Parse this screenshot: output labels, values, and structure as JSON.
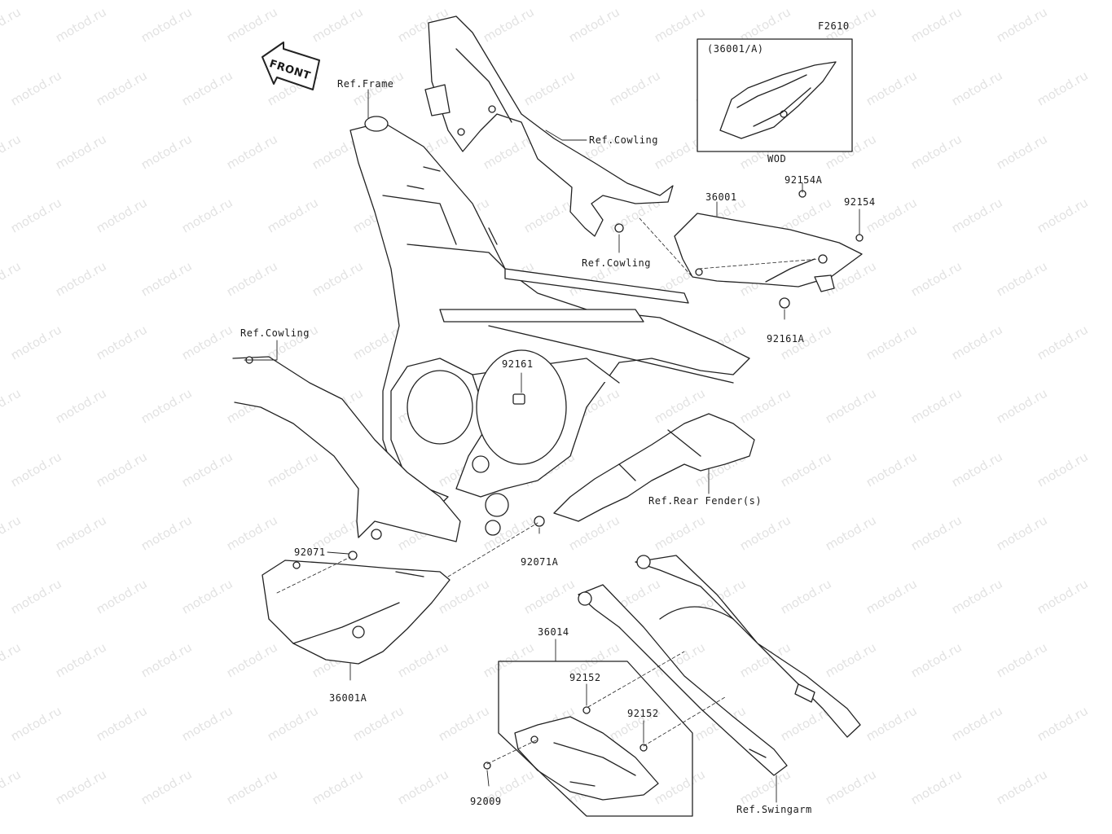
{
  "figure_code": "F2610",
  "front_label": "FRONT",
  "watermark": "motod.ru",
  "inset": {
    "header": "(36001/A)",
    "footer": "WOD"
  },
  "labels": {
    "ref_frame": "Ref.Frame",
    "ref_cowling_top": "Ref.Cowling",
    "ref_cowling_mid": "Ref.Cowling",
    "ref_cowling_left": "Ref.Cowling",
    "ref_rear_fender": "Ref.Rear Fender(s)",
    "ref_swingarm": "Ref.Swingarm",
    "p36001": "36001",
    "p92154a": "92154A",
    "p92154": "92154",
    "p92161a": "92161A",
    "p92161": "92161",
    "p92071": "92071",
    "p92071a": "92071A",
    "p36001a": "36001A",
    "p36014": "36014",
    "p92152_a": "92152",
    "p92152_b": "92152",
    "p92009": "92009"
  }
}
